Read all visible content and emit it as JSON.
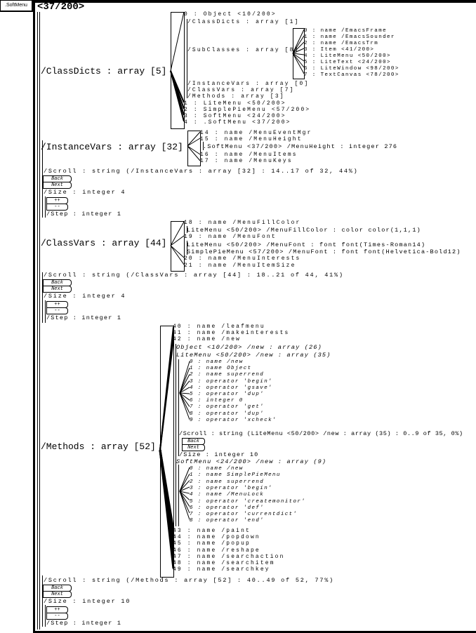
{
  "window": {
    "tab_label": ".SoftMenu",
    "title": "<37/200>"
  },
  "class_dicts": {
    "label": "/ClassDicts : array [5]",
    "items": [
      "0 : Object <10/200>",
      "/ClassDicts : array [1]",
      "/SubClasses : array [8]",
      "/InstanceVars : array [0]",
      "/ClassVars : array [7]",
      "/Methods : array [3]",
      "1 : LiteMenu <50/200>",
      "2 : SimplePieMenu <57/200>",
      "3 : SoftMenu <24/200>",
      "4 : .SoftMenu <37/200>"
    ],
    "subclasses": [
      "0 : name /EmacsFrame",
      "1 : name /EmacsSounder",
      "2 : name /EmacsTrm",
      "3 : Item <41/200>",
      "4 : LiteMenu <50/200>",
      "5 : LiteText <24/200>",
      "6 : LiteWindow <98/200>",
      "7 : TextCanvas <78/200>"
    ]
  },
  "instance_vars": {
    "label": "/InstanceVars : array [32]",
    "items": [
      "14 : name /MenuEventMgr",
      "15 : name /MenuHeight",
      ".SoftMenu <37/200> /MenuHeight : integer 276",
      "16 : name /MenuItems",
      "17 : name /MenuKeys"
    ],
    "scroll": "/Scroll : string (/InstanceVars : array [32] : 14..17 of 32, 44%)",
    "back": "Back",
    "next": "Next",
    "size": "/Size : integer 4",
    "inc": "++",
    "dec": "--",
    "step": "/Step : integer 1"
  },
  "class_vars": {
    "label": "/ClassVars : array [44]",
    "items": [
      "18 : name /MenuFillColor",
      "LiteMenu <50/200> /MenuFillColor : color color(1,1,1)",
      "19 : name /MenuFont",
      "LiteMenu <50/200> /MenuFont : font font(Times-Roman14)",
      "SimplePieMenu <57/200> /MenuFont : font font(Helvetica-Bold12)",
      "20 : name /MenuInterests",
      "21 : name /MenuItemSize"
    ],
    "scroll": "/Scroll : string (/ClassVars : array [44] : 18..21 of 44, 41%)",
    "back": "Back",
    "next": "Next",
    "size": "/Size : integer 4",
    "inc": "++",
    "dec": "--",
    "step": "/Step : integer 1"
  },
  "methods": {
    "label": "/Methods : array [52]",
    "items_top": [
      "40 : name /leafmenu",
      "41 : name /makeinterests",
      "42 : name /new"
    ],
    "object_new": "Object <10/200> /new : array (26)",
    "litemenu_new": {
      "label": "LiteMenu <50/200> /new : array (35)",
      "items": [
        "0 : name /new",
        "1 : name Object",
        "2 : name superrend",
        "3 : operator 'begin'",
        "4 : operator 'gsave'",
        "5 : operator 'dup'",
        "6 : integer 0",
        "7 : operator 'get'",
        "8 : operator 'dup'",
        "9 : operator 'xcheck'"
      ],
      "scroll": "/Scroll : string (LiteMenu <50/200> /new : array (35) : 0..9 of 35, 0%)",
      "back": "Back",
      "next": "Next",
      "size": "/Size : integer 10"
    },
    "softmenu_new": {
      "label": "SoftMenu <24/200> /new : array (9)",
      "items": [
        "0 : name /new",
        "1 : name SimplePieMenu",
        "2 : name superrend",
        "3 : operator 'begin'",
        "4 : name /MenuLock",
        "5 : operator 'createmonitor'",
        "6 : operator 'def'",
        "7 : operator 'currentdict'",
        "8 : operator 'end'"
      ]
    },
    "items_bottom": [
      "43 : name /paint",
      "44 : name /popdown",
      "45 : name /popup",
      "46 : name /reshape",
      "47 : name /searchaction",
      "48 : name /searchitem",
      "49 : name /searchkey"
    ],
    "scroll": "/Scroll : string (/Methods : array [52] : 40..49 of 52, 77%)",
    "back": "Back",
    "next": "Next",
    "size": "/Size : integer 10",
    "inc": "++",
    "dec": "--",
    "step": "/Step : integer 1"
  }
}
